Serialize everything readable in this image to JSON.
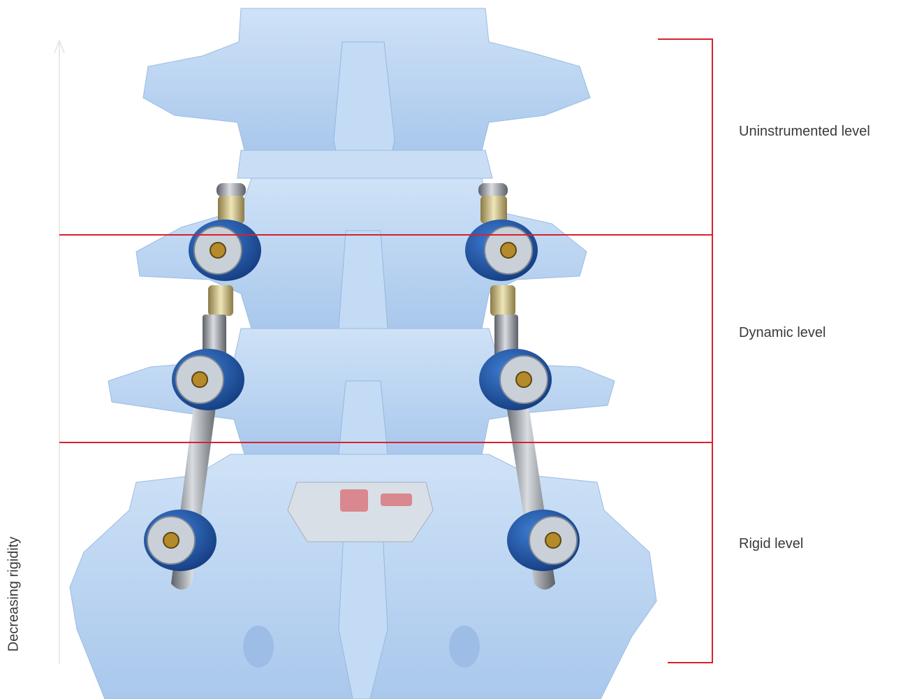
{
  "figure": {
    "subject": "Posterior view of lumbar spine with dynamic stabilization rods and pedicle screws",
    "axis_label": "Decreasing rigidity",
    "levels": [
      {
        "label": "Uninstrumented level"
      },
      {
        "label": "Dynamic level"
      },
      {
        "label": "Rigid level"
      }
    ],
    "colors": {
      "divider_line": "#d7212f",
      "bone": "#b9d4f1",
      "bone_shadow": "#8fb4df",
      "screw_head": "#1d4fa3",
      "rod_metal": "#8a8f95",
      "text": "#3a3a3a"
    }
  }
}
